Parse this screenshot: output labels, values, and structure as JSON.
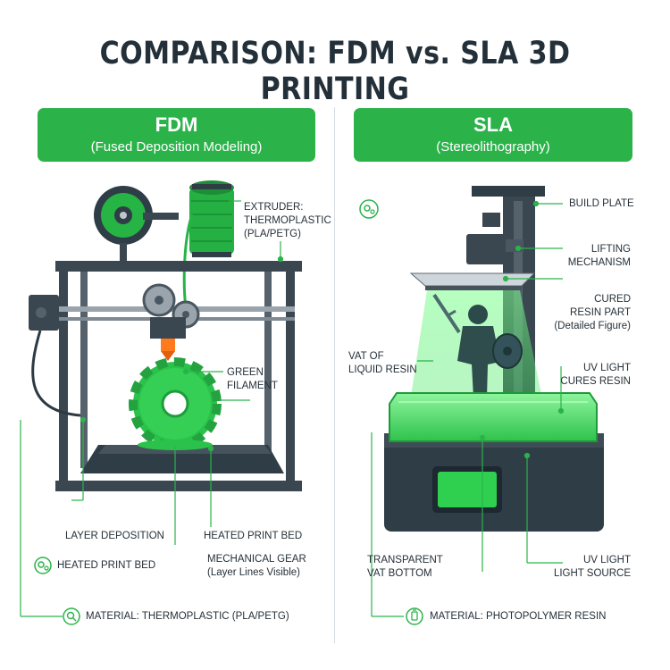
{
  "title": "COMPARISON: FDM vs. SLA 3D PRINTING",
  "fdm": {
    "heading": "FDM",
    "subheading": "(Fused Deposition Modeling)",
    "labels": {
      "extruder": [
        "EXTRUDER:",
        "THERMOPLASTIC",
        "(PLA/PETG)"
      ],
      "filament": [
        "GREEN",
        "FILAMENT"
      ],
      "layer_deposition": "LAYER DEPOSITION",
      "heated_bed_right": "HEATED PRINT BED",
      "heated_bed_left": "HEATED PRINT BED",
      "gear": [
        "MECHANICAL GEAR",
        "(Layer Lines Visible)"
      ],
      "material": "MATERIAL: THERMOPLASTIC (PLA/PETG)"
    }
  },
  "sla": {
    "heading": "SLA",
    "subheading": "(Stereolithography)",
    "labels": {
      "build_plate": "BUILD PLATE",
      "lifting": [
        "LIFTING",
        "MECHANISM"
      ],
      "cured": [
        "CURED",
        "RESIN PART",
        "(Detailed Figure)"
      ],
      "vat": [
        "VAT OF",
        "LIQUID RESIN"
      ],
      "uv_cures": [
        "UV LIGHT",
        "CURES RESIN"
      ],
      "transparent": [
        "TRANSPARENT",
        "VAT BOTTOM"
      ],
      "uv_source": [
        "UV LIGHT",
        "LIGHT SOURCE"
      ],
      "material": "MATERIAL: PHOTOPOLYMER RESIN"
    }
  },
  "colors": {
    "accent": "#2bb34a",
    "frame": "#3a4650",
    "text": "#233039"
  },
  "icons": [
    "gear-cluster-icon",
    "magnifier-icon",
    "resin-bottle-icon"
  ]
}
